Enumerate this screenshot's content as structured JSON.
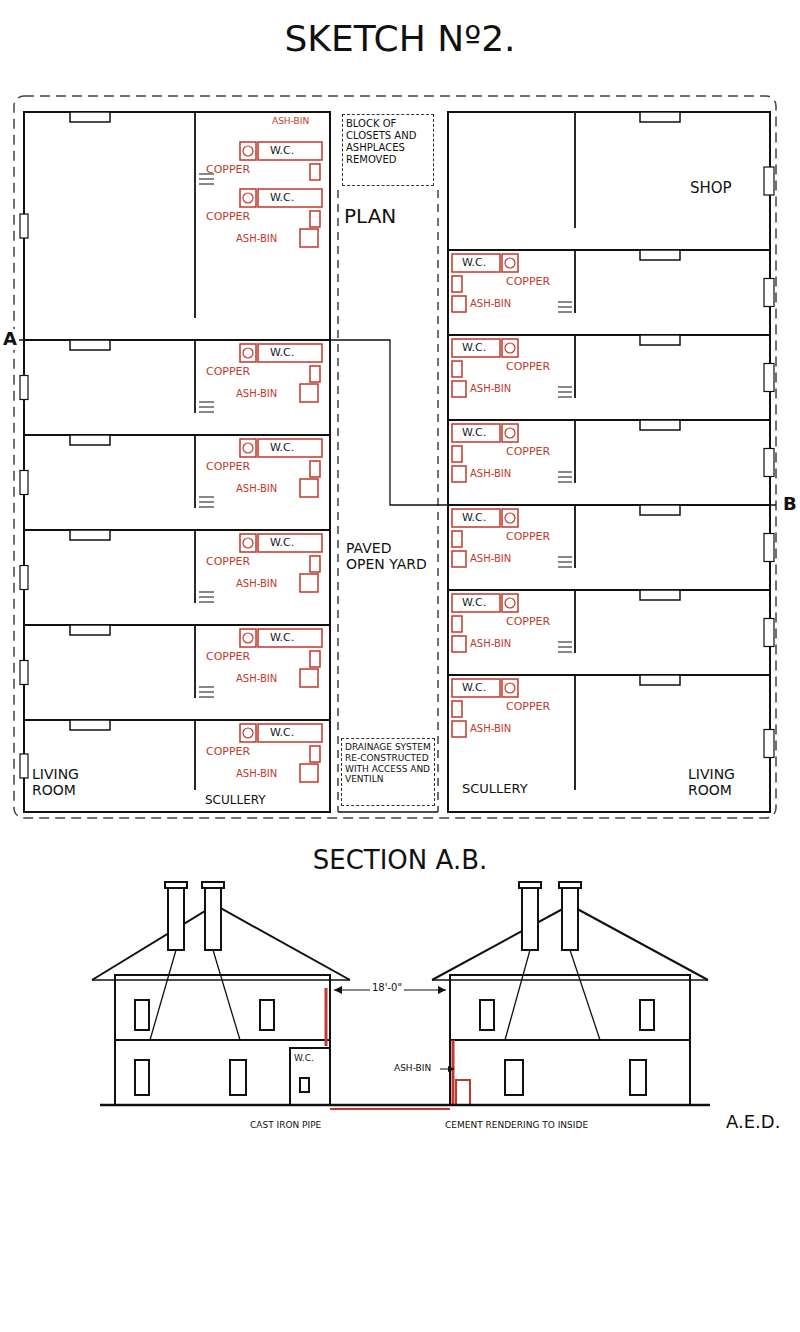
{
  "diagram": {
    "title": "SKETCH Nº2.",
    "nodes": [
      {
        "text": [
          "BLOCK OF CLOSETS AND ASHPLACES REMOVED"
        ]
      },
      {
        "text": [
          "DRAINAGE SYSTEM RE-CONSTRUCTED WITH ACCESS AND VENTILN"
        ]
      }
    ],
    "labels": [
      "PLAN",
      "PAVED OPEN YARD",
      "ASH-BIN",
      "COPPER",
      "W.C.",
      "W.C.",
      "COPPER",
      "ASH-BIN",
      "W.C.",
      "COPPER",
      "ASH-BIN",
      "W.C.",
      "COPPER",
      "ASH-BIN",
      "W.C.",
      "COPPER",
      "ASH-BIN",
      "W.C.",
      "COPPER",
      "ASH-BIN",
      "W.C.",
      "COPPER",
      "ASH-BIN",
      "LIVING ROOM",
      "SCULLERY",
      "SHOP",
      "W.C.",
      "COPPER",
      "ASH-BIN",
      "W.C.",
      "COPPER",
      "ASH-BIN",
      "W.C.",
      "COPPER",
      "ASH-BIN",
      "W.C.",
      "COPPER",
      "ASH-BIN",
      "W.C.",
      "COPPER",
      "ASH-BIN",
      "W.C.",
      "COPPER",
      "ASH-BIN",
      "SCULLERY",
      "LIVING ROOM",
      "A",
      "B",
      "SECTION A.B.",
      "18'-0\"",
      "W.C.",
      "ASH-BIN",
      "CAST IRON PIPE",
      "CEMENT RENDERING TO INSIDE",
      "A.E.D."
    ]
  }
}
